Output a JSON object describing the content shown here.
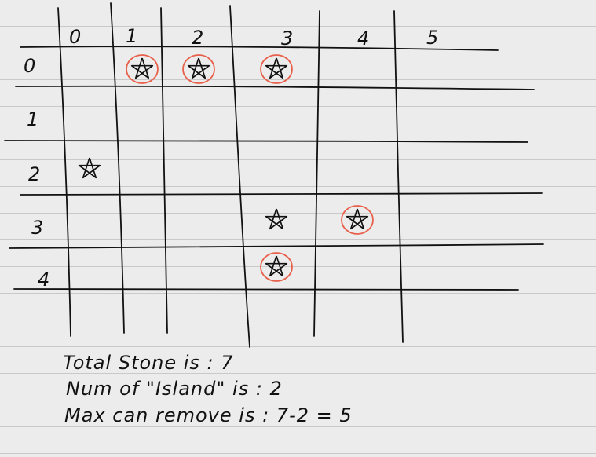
{
  "grid": {
    "column_headers": [
      "0",
      "1",
      "2",
      "3",
      "4",
      "5"
    ],
    "row_headers": [
      "0",
      "1",
      "2",
      "3",
      "4"
    ]
  },
  "stones": [
    {
      "row": 0,
      "col": 1,
      "circled": true
    },
    {
      "row": 0,
      "col": 2,
      "circled": true
    },
    {
      "row": 0,
      "col": 3,
      "circled": true
    },
    {
      "row": 2,
      "col": 0,
      "circled": false
    },
    {
      "row": 3,
      "col": 3,
      "circled": false
    },
    {
      "row": 3,
      "col": 4,
      "circled": true
    },
    {
      "row": 4,
      "col": 3,
      "circled": true
    }
  ],
  "notes": {
    "total_stone": "Total Stone is : 7",
    "num_island": "Num of \"Island\" is : 2",
    "max_remove": "Max can remove is : 7-2 = 5"
  },
  "colors": {
    "ink": "#111111",
    "circle": "#e8604a",
    "paper": "#ececec",
    "rule": "#c9c9c9"
  },
  "icons": {
    "stone": "star-icon",
    "circle": "circle-highlight-icon"
  }
}
